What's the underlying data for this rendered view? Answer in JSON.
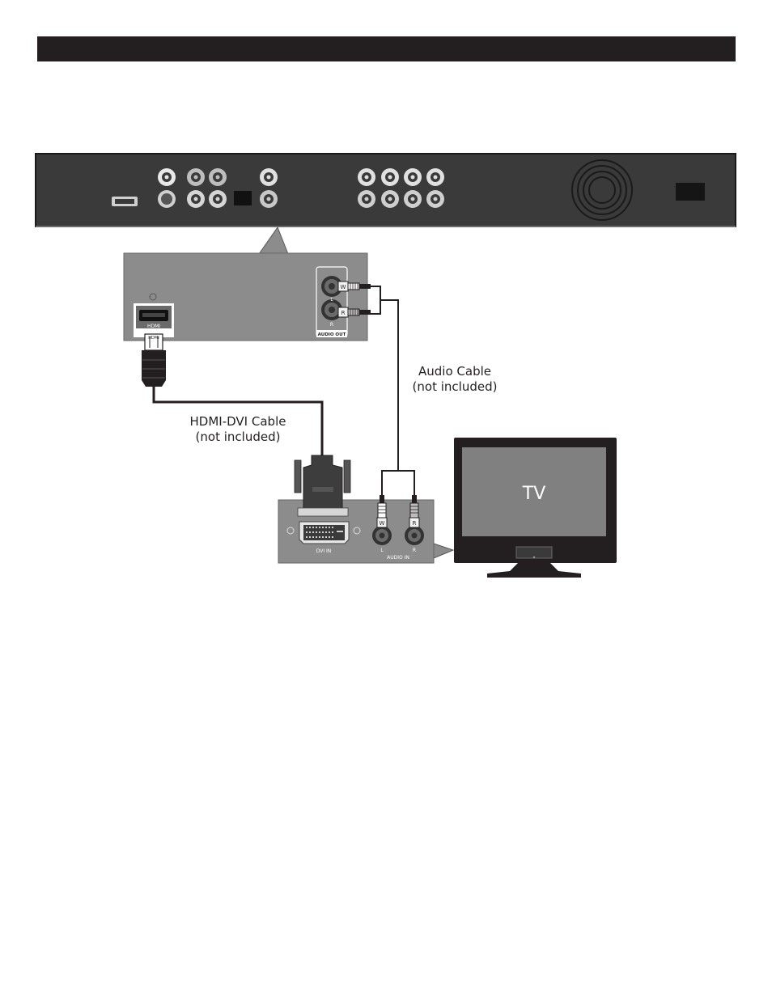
{
  "header": {
    "title": ""
  },
  "diagram": {
    "device_labels": {
      "hdmi_port": "HDMI",
      "hdmi_plug": "HDMI",
      "audio_out": "AUDIO OUT",
      "audio_out_left": "L",
      "audio_out_right": "R",
      "plug_white": "W",
      "plug_red": "R",
      "dvi_in": "DVI IN",
      "audio_in": "AUDIO IN",
      "audio_in_left": "L",
      "audio_in_right": "R"
    },
    "callouts": {
      "audio_cable_line1": "Audio Cable",
      "audio_cable_line2": "(not included)",
      "hdmi_dvi_cable_line1": "HDMI-DVI Cable",
      "hdmi_dvi_cable_line2": "(not included)",
      "tv": "TV"
    },
    "colors": {
      "panel_dark": "#3a3a3a",
      "panel_gray": "#8c8c8c",
      "line": "#231f20"
    }
  }
}
